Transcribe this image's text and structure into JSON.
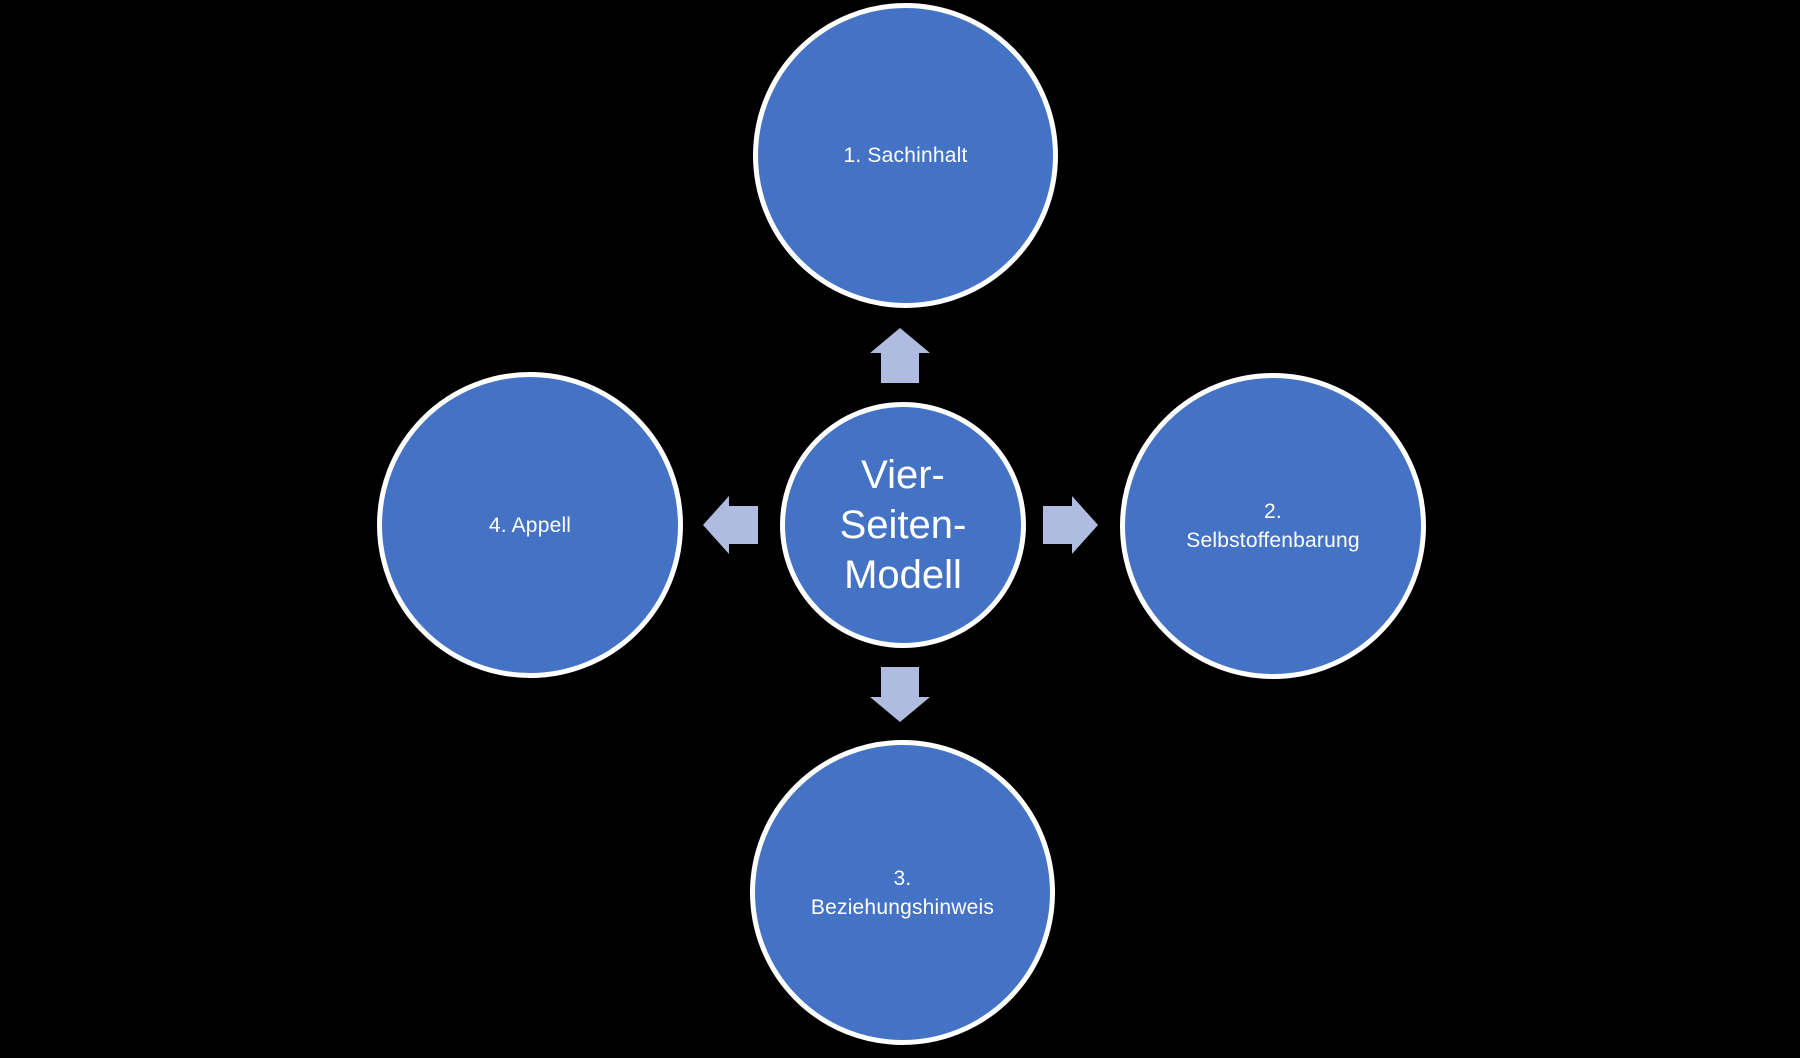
{
  "diagram": {
    "title": "Vier-Seiten-Modell",
    "center": {
      "lines": [
        "Vier-",
        "Seiten-",
        "Modell"
      ]
    },
    "nodes": [
      {
        "id": "top",
        "label": "1. Sachinhalt",
        "lines": [
          "1. Sachinhalt"
        ]
      },
      {
        "id": "right",
        "label": "2. Selbstoffenbarung",
        "lines": [
          "2.",
          "Selbstoffenbarung"
        ]
      },
      {
        "id": "bottom",
        "label": "3. Beziehungshinweis",
        "lines": [
          "3.",
          "Beziehungshinweis"
        ]
      },
      {
        "id": "left",
        "label": "4. Appell",
        "lines": [
          "4. Appell"
        ]
      }
    ]
  },
  "colors": {
    "background": "#000000",
    "node-fill": "#4472C4",
    "node-border": "#FFFFFF",
    "arrow-fill": "#AFBCDF",
    "text": "#FFFFFF"
  }
}
